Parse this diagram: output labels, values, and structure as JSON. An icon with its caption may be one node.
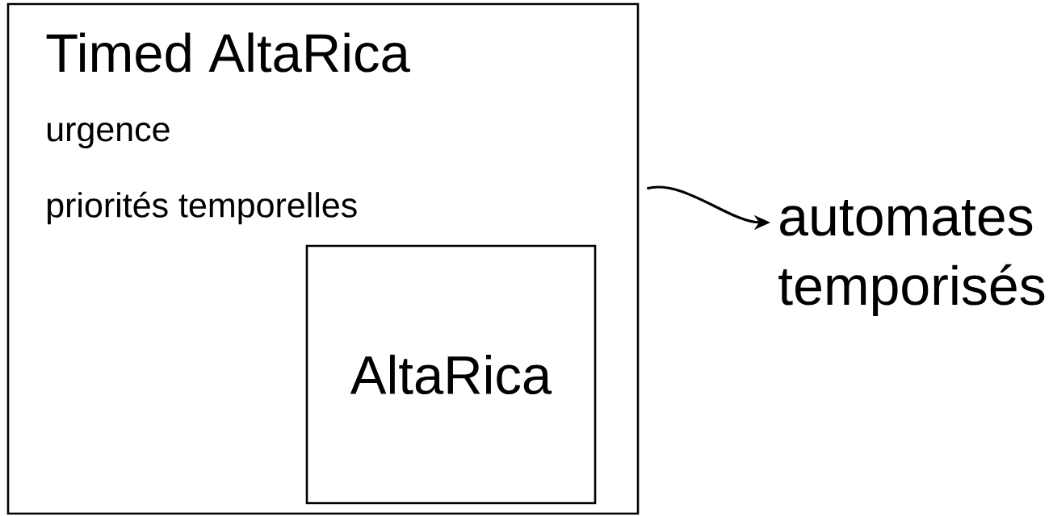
{
  "diagram": {
    "nodes": [
      {
        "text": [
          "Timed AltaRica",
          "urgence",
          "priorités temporelles"
        ]
      },
      {
        "text": [
          "AltaRica"
        ],
        "in": 0
      },
      {
        "text": [
          "automates temporisés"
        ]
      }
    ],
    "edges": [
      {
        "from": 0,
        "to": 2,
        "arrow": "to"
      }
    ]
  }
}
